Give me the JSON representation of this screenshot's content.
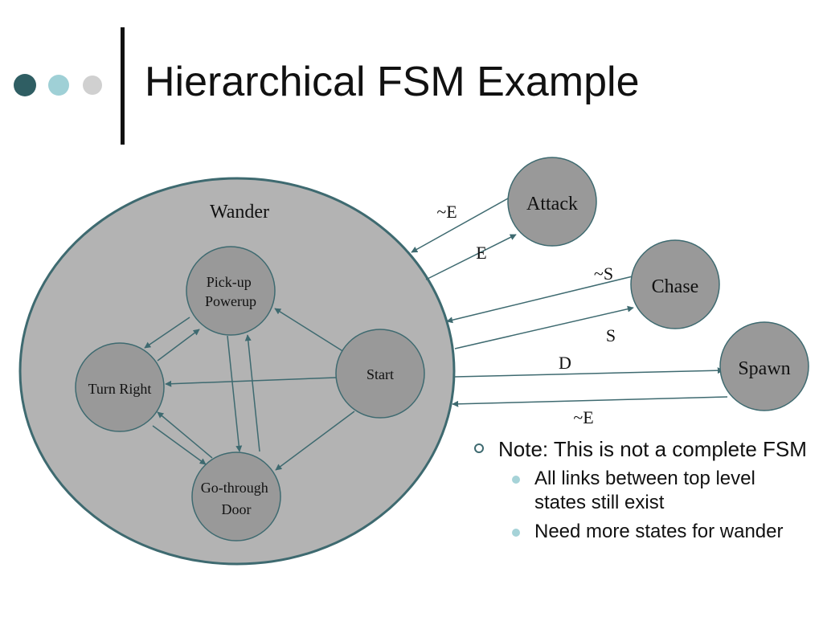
{
  "slide": {
    "title": "Hierarchical FSM Example",
    "accent_colors": [
      "#2f5e63",
      "#9fd0d6",
      "#d0d0d0"
    ]
  },
  "diagram": {
    "superstate": {
      "label": "Wander"
    },
    "inner_states": {
      "pickup": "Pick-up\nPowerup",
      "turn_right": "Turn Right",
      "start": "Start",
      "go_through": "Go-through\nDoor"
    },
    "outer_states": {
      "attack": "Attack",
      "chase": "Chase",
      "spawn": "Spawn"
    },
    "transitions": {
      "not_e_attack": "~E",
      "e_attack": "E",
      "not_s": "~S",
      "s": "S",
      "d": "D",
      "not_e_spawn": "~E"
    }
  },
  "notes": {
    "main": "Note: This is not a complete FSM",
    "sub": [
      "All links between top level states still exist",
      "Need more states for wander"
    ]
  }
}
